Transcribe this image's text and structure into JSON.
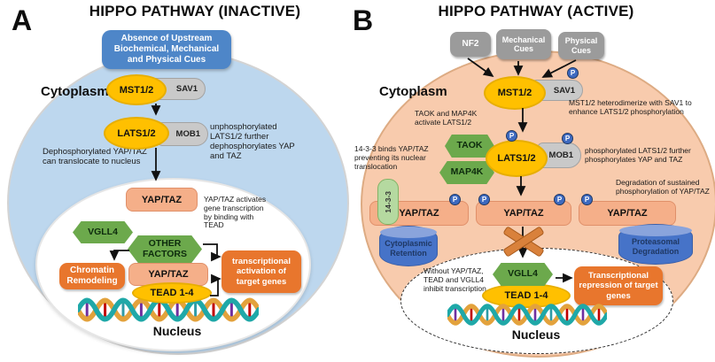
{
  "colors": {
    "cell_a": "#BDD7EE",
    "cell_b": "#F8CBAD",
    "accent_blue": "#4E86C8",
    "gray_box": "#9B9B9B",
    "yellow": "#FFC000",
    "gray_protein": "#C9C9C9",
    "salmon": "#F5AF89",
    "green": "#6CA94C",
    "green_light": "#B5D9A0",
    "orange": "#E8762D",
    "cylinder_blue": "#4673C8",
    "dna_teal": "#1FA8A8",
    "dna_gold": "#E3A23C"
  },
  "panel_a": {
    "letter": "A",
    "title": "HIPPO PATHWAY (INACTIVE)",
    "cytoplasm": "Cytoplasm",
    "upstream": "Absence of Upstream Biochemical, Mechanical and Physical Cues",
    "mst": "MST1/2",
    "sav1": "SAV1",
    "lats": "LATS1/2",
    "mob1": "MOB1",
    "note_translocate": "Dephosphorylated YAP/TAZ can translocate to nucleus",
    "note_unphos": "unphosphorylated LATS1/2 further dephosphorylates YAP and TAZ",
    "yaptaz_top": "YAP/TAZ",
    "note_activates": "YAP/TAZ activates gene transcription by binding with TEAD",
    "vgll4": "VGLL4",
    "other_factors": "OTHER FACTORS",
    "chromatin": "Chromatin Remodeling",
    "yaptaz_dna": "YAP/TAZ",
    "tead": "TEAD 1-4",
    "activation": "transcriptional activation of target genes",
    "nucleus": "Nucleus"
  },
  "panel_b": {
    "letter": "B",
    "title": "HIPPO PATHWAY (ACTIVE)",
    "cytoplasm": "Cytoplasm",
    "cue_nf2": "NF2",
    "cue_mech": "Mechanical Cues",
    "cue_phys": "Physical Cues",
    "mst": "MST1/2",
    "sav1": "SAV1",
    "note_heterodimerize": "MST1/2 heterodimerize with SAV1 to enhance LATS1/2 phosphorylation",
    "note_taok": "TAOK and MAP4K activate LATS1/2",
    "taok": "TAOK",
    "map4k": "MAP4K",
    "lats": "LATS1/2",
    "mob1": "MOB1",
    "note_phos": "phosphorylated LATS1/2 further phosphorylates YAP and TAZ",
    "note_1433": "14-3-3 binds YAP/TAZ preventing its nuclear translocation",
    "pill_1433": "14-3-3",
    "yaptaz_left": "YAP/TAZ",
    "yaptaz_mid": "YAP/TAZ",
    "yaptaz_right": "YAP/TAZ",
    "note_degradation": "Degradation of sustained phosphorylation of YAP/TAZ",
    "cyl_retention": "Cytoplasmic Retention",
    "cyl_degradation": "Proteasomal Degradation",
    "note_without": "Without YAP/TAZ, TEAD and VGLL4 inhibit transcription",
    "vgll4": "VGLL4",
    "tead": "TEAD 1-4",
    "repression": "Transcriptional repression of target genes",
    "nucleus": "Nucleus",
    "p": "P"
  }
}
